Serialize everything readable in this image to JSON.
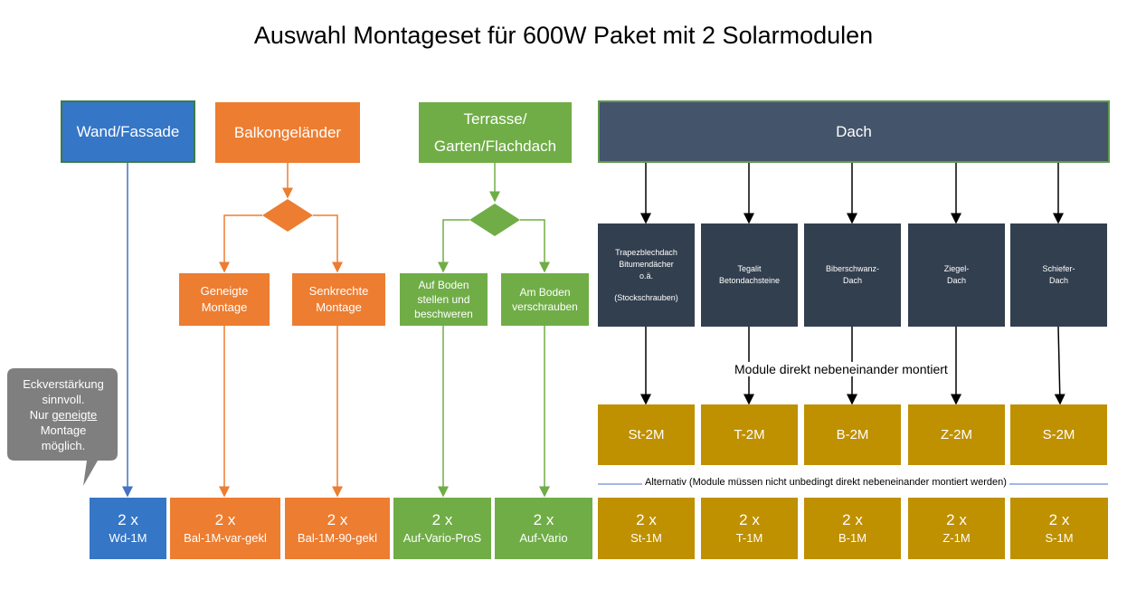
{
  "title": "Auswahl Montageset für 600W Paket mit 2 Solarmodulen",
  "colors": {
    "wall": "#3576c6",
    "balcony": "#ed7d31",
    "terrace": "#70ad47",
    "roof_header": "#44546a",
    "roof_types": "#323f4f",
    "roof_sets": "#bf9000",
    "callout": "#7f7f7f"
  },
  "categories": {
    "wall": "Wand/Fassade",
    "balcony": "Balkongeländer",
    "terrace_line1": "Terrasse/",
    "terrace_line2": "Garten/Flachdach",
    "roof": "Dach"
  },
  "balcony_options": {
    "tilted_line1": "Geneigte",
    "tilted_line2": "Montage",
    "vertical_line1": "Senkrechte",
    "vertical_line2": "Montage"
  },
  "terrace_options": {
    "ground_line1": "Auf Boden",
    "ground_line2": "stellen und",
    "ground_line3": "beschweren",
    "screwed_line1": "Am Boden",
    "screwed_line2": "verschrauben"
  },
  "roof_types": {
    "trapez_line1": "Trapezblechdach",
    "trapez_line2": "Bitumendächer",
    "trapez_line3": "o.ä.",
    "trapez_line4": "(Stockschrauben)",
    "tegalit_line1": "Tegalit",
    "tegalit_line2": "Betondachsteine",
    "biber_line1": "Biberschwanz-",
    "biber_line2": "Dach",
    "ziegel_line1": "Ziegel-",
    "ziegel_line2": "Dach",
    "schiefer_line1": "Schiefer-",
    "schiefer_line2": "Dach"
  },
  "notes": {
    "direct": "Module direkt nebeneinander montiert",
    "alternative": "Alternativ   (Module müssen nicht unbedingt direkt nebeneinander montiert werden)"
  },
  "roof_sets_2m": [
    "St-2M",
    "T-2M",
    "B-2M",
    "Z-2M",
    "S-2M"
  ],
  "quantity": "2 x",
  "sets": {
    "wall": "Wd-1M",
    "balcony_tilted": "Bal-1M-var-gekl",
    "balcony_vertical": "Bal-1M-90-gekl",
    "terrace_ground": "Auf-Vario-ProS",
    "terrace_screwed": "Auf-Vario",
    "roof_1m": [
      "St-1M",
      "T-1M",
      "B-1M",
      "Z-1M",
      "S-1M"
    ]
  },
  "callout": {
    "line1": "Eckverstärkung",
    "line2": "sinnvoll.",
    "line3_prefix": "Nur ",
    "line3_underlined": "geneigte",
    "line4": "Montage",
    "line5": "möglich."
  }
}
